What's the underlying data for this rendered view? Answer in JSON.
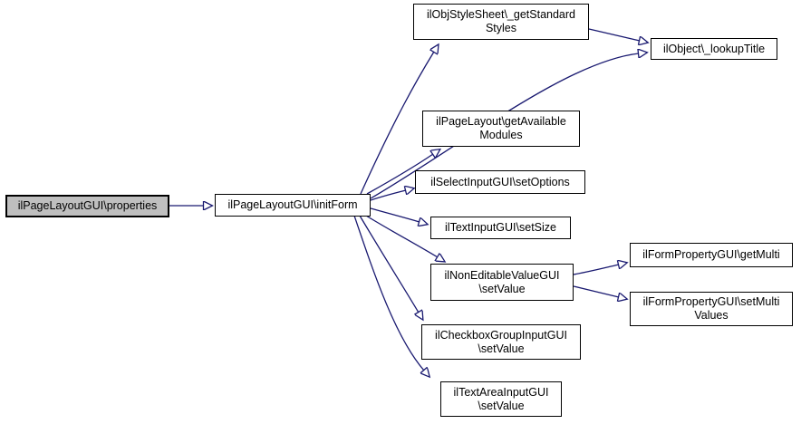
{
  "graph": {
    "type": "call-graph",
    "colors": {
      "edge": "#191970",
      "node_border": "#000000",
      "node_fill": "#ffffff",
      "highlight_fill": "#bfbfbf",
      "text": "#000000",
      "background": "#ffffff"
    },
    "nodes": [
      {
        "id": "properties",
        "label": "ilPageLayoutGUI\\properties",
        "highlighted": true
      },
      {
        "id": "initForm",
        "label": "ilPageLayoutGUI\\initForm",
        "highlighted": false
      },
      {
        "id": "getStandardStyles",
        "label": "ilObjStyleSheet\\_getStandard\nStyles",
        "highlighted": false
      },
      {
        "id": "lookupTitle",
        "label": "ilObject\\_lookupTitle",
        "highlighted": false
      },
      {
        "id": "getAvailableModules",
        "label": "ilPageLayout\\getAvailable\nModules",
        "highlighted": false
      },
      {
        "id": "setOptions",
        "label": "ilSelectInputGUI\\setOptions",
        "highlighted": false
      },
      {
        "id": "setSize",
        "label": "ilTextInputGUI\\setSize",
        "highlighted": false
      },
      {
        "id": "nonEditableSetValue",
        "label": "ilNonEditableValueGUI\n\\setValue",
        "highlighted": false
      },
      {
        "id": "getMulti",
        "label": "ilFormPropertyGUI\\getMulti",
        "highlighted": false
      },
      {
        "id": "setMultiValues",
        "label": "ilFormPropertyGUI\\setMulti\nValues",
        "highlighted": false
      },
      {
        "id": "checkboxSetValue",
        "label": "ilCheckboxGroupInputGUI\n\\setValue",
        "highlighted": false
      },
      {
        "id": "textAreaSetValue",
        "label": "ilTextAreaInputGUI\n\\setValue",
        "highlighted": false
      }
    ],
    "edges": [
      {
        "from": "properties",
        "to": "initForm"
      },
      {
        "from": "initForm",
        "to": "getStandardStyles"
      },
      {
        "from": "initForm",
        "to": "lookupTitle"
      },
      {
        "from": "initForm",
        "to": "getAvailableModules"
      },
      {
        "from": "initForm",
        "to": "setOptions"
      },
      {
        "from": "initForm",
        "to": "setSize"
      },
      {
        "from": "initForm",
        "to": "nonEditableSetValue"
      },
      {
        "from": "initForm",
        "to": "checkboxSetValue"
      },
      {
        "from": "initForm",
        "to": "textAreaSetValue"
      },
      {
        "from": "getStandardStyles",
        "to": "lookupTitle"
      },
      {
        "from": "nonEditableSetValue",
        "to": "getMulti"
      },
      {
        "from": "nonEditableSetValue",
        "to": "setMultiValues"
      }
    ]
  }
}
